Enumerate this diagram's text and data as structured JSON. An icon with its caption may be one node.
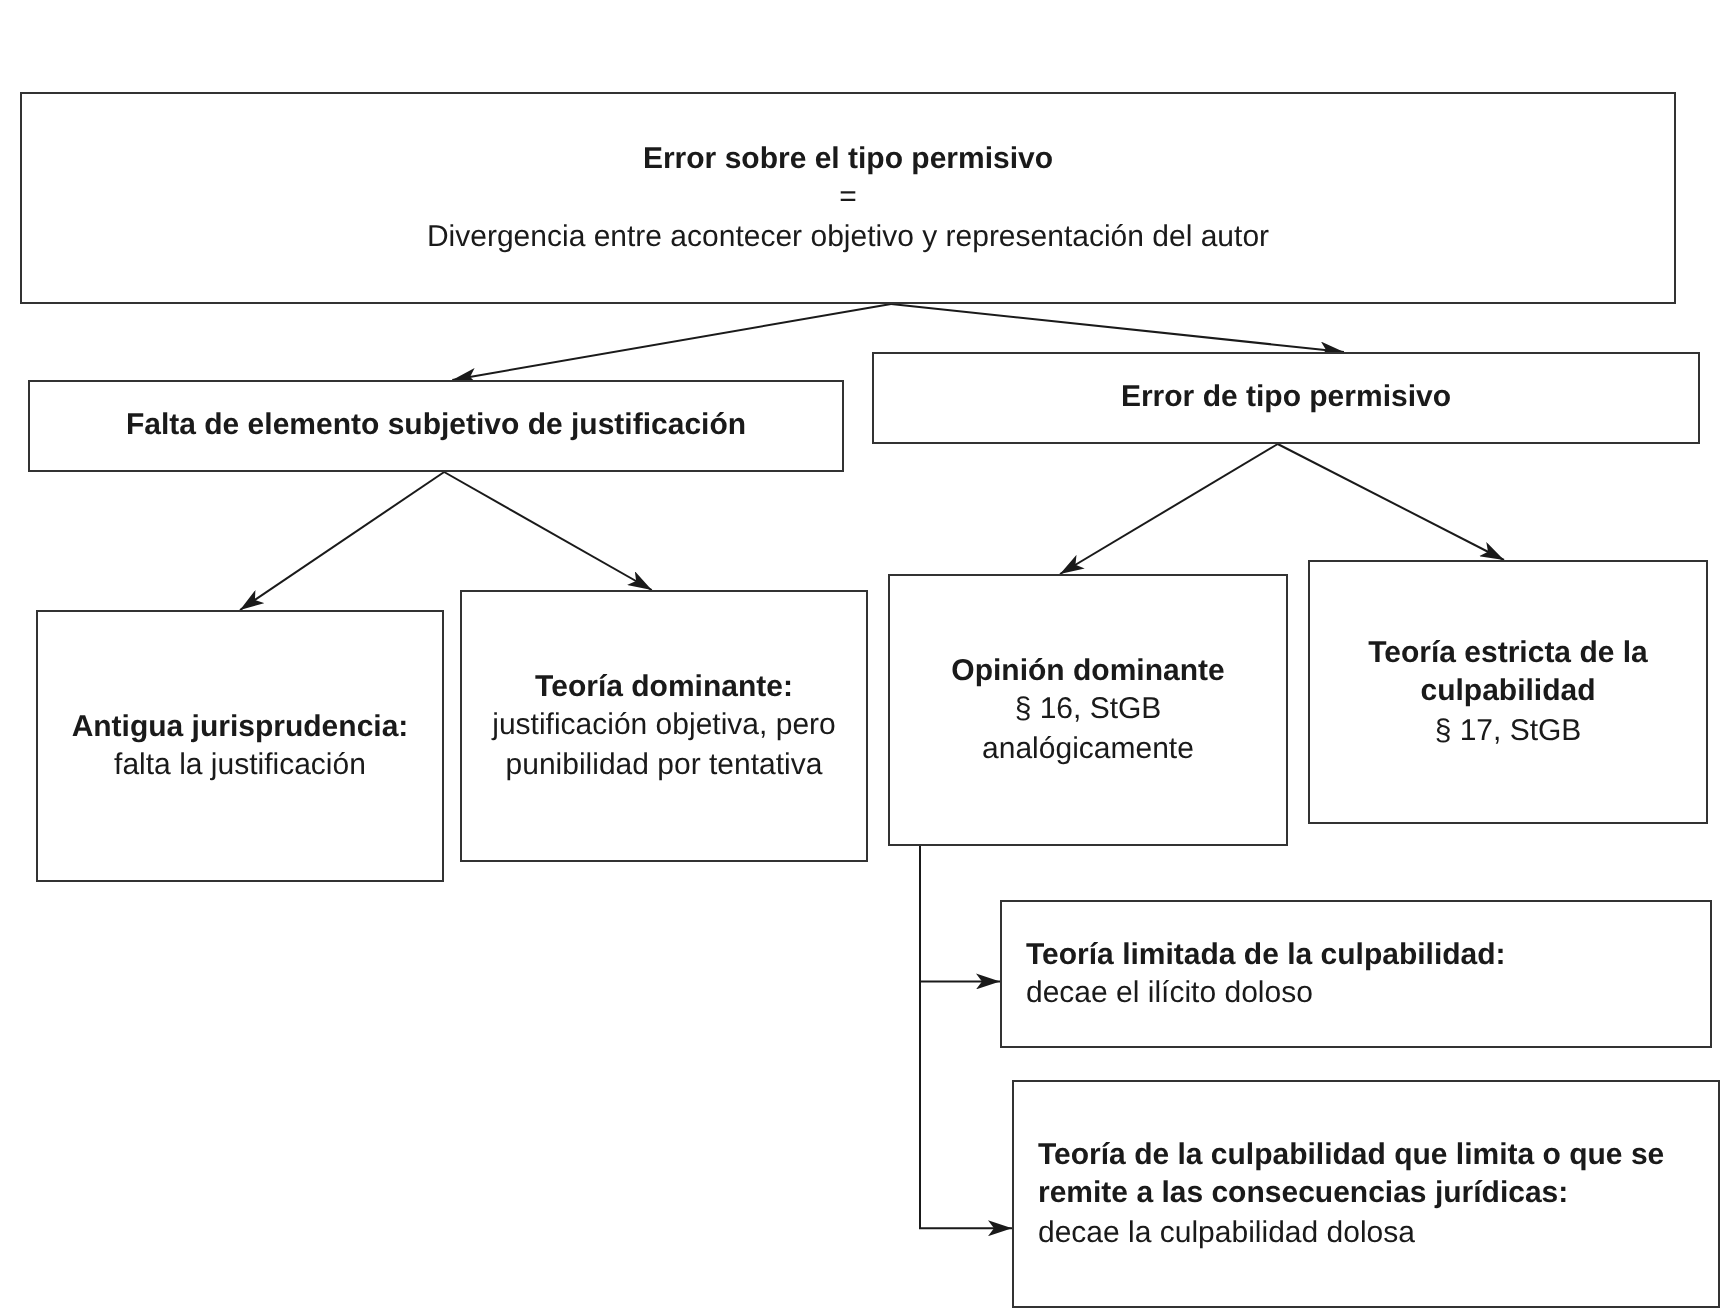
{
  "diagram": {
    "nodes": [
      {
        "text": [
          "Error sobre el tipo permisivo",
          "=",
          "Divergencia entre acontecer objetivo y representación del autor"
        ]
      },
      {
        "text": [
          "Falta de elemento subjetivo de justificación"
        ]
      },
      {
        "text": [
          "Error de tipo permisivo"
        ]
      },
      {
        "text": [
          "Antigua jurisprudencia:",
          "falta la justificación"
        ]
      },
      {
        "text": [
          "Teoría dominante:",
          "justificación objetiva, pero punibilidad por tentativa"
        ]
      },
      {
        "text": [
          "Opinión dominante",
          "§ 16, StGB analógicamente"
        ]
      },
      {
        "text": [
          "Teoría estricta de la culpabilidad",
          "§ 17, StGB"
        ]
      },
      {
        "text": [
          "Teoría limitada de la culpabilidad:",
          "decae el ilícito doloso"
        ]
      },
      {
        "text": [
          "Teoría de la culpabilidad que limita o que se remite a las consecuencias jurídicas:",
          "decae la culpabilidad dolosa"
        ]
      }
    ],
    "edges": [
      {
        "from": 0,
        "to": 1,
        "arrow": "to"
      },
      {
        "from": 0,
        "to": 2,
        "arrow": "to"
      },
      {
        "from": 1,
        "to": 3,
        "arrow": "to"
      },
      {
        "from": 1,
        "to": 4,
        "arrow": "to"
      },
      {
        "from": 2,
        "to": 5,
        "arrow": "to"
      },
      {
        "from": 2,
        "to": 6,
        "arrow": "to"
      },
      {
        "from": 5,
        "to": 7,
        "arrow": "to"
      },
      {
        "from": 5,
        "to": 8,
        "arrow": "to"
      }
    ]
  }
}
